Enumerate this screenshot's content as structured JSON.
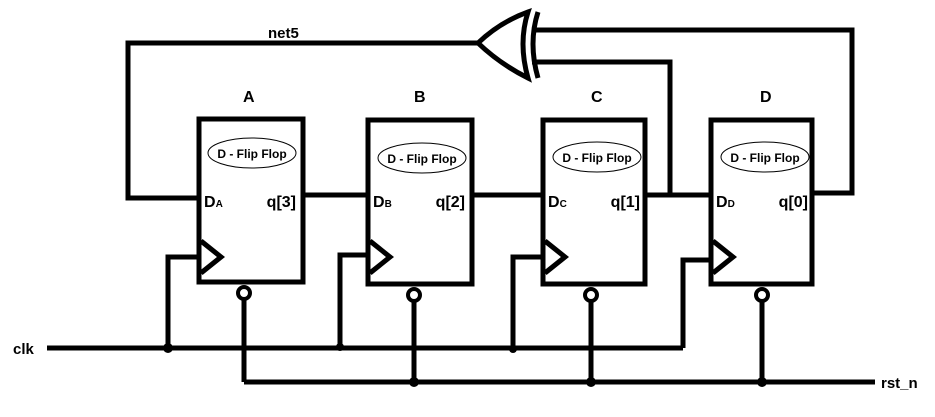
{
  "diagram": {
    "title": "4-bit LFSR with D Flip-Flops",
    "net_label": "net5",
    "clock_label": "clk",
    "reset_label": "rst_n",
    "gate": {
      "type": "XOR",
      "icon": "xor-gate-icon"
    },
    "flip_flops": [
      {
        "name": "A",
        "type_label": "D - Flip Flop",
        "d_pin": "D",
        "d_sub": "A",
        "q_pin": "q[3]"
      },
      {
        "name": "B",
        "type_label": "D - Flip Flop",
        "d_pin": "D",
        "d_sub": "B",
        "q_pin": "q[2]"
      },
      {
        "name": "C",
        "type_label": "D - Flip Flop",
        "d_pin": "D",
        "d_sub": "C",
        "q_pin": "q[1]"
      },
      {
        "name": "D",
        "type_label": "D - Flip Flop",
        "d_pin": "D",
        "d_sub": "D",
        "q_pin": "q[0]"
      }
    ],
    "colors": {
      "line": "#000000",
      "background": "#ffffff"
    }
  }
}
